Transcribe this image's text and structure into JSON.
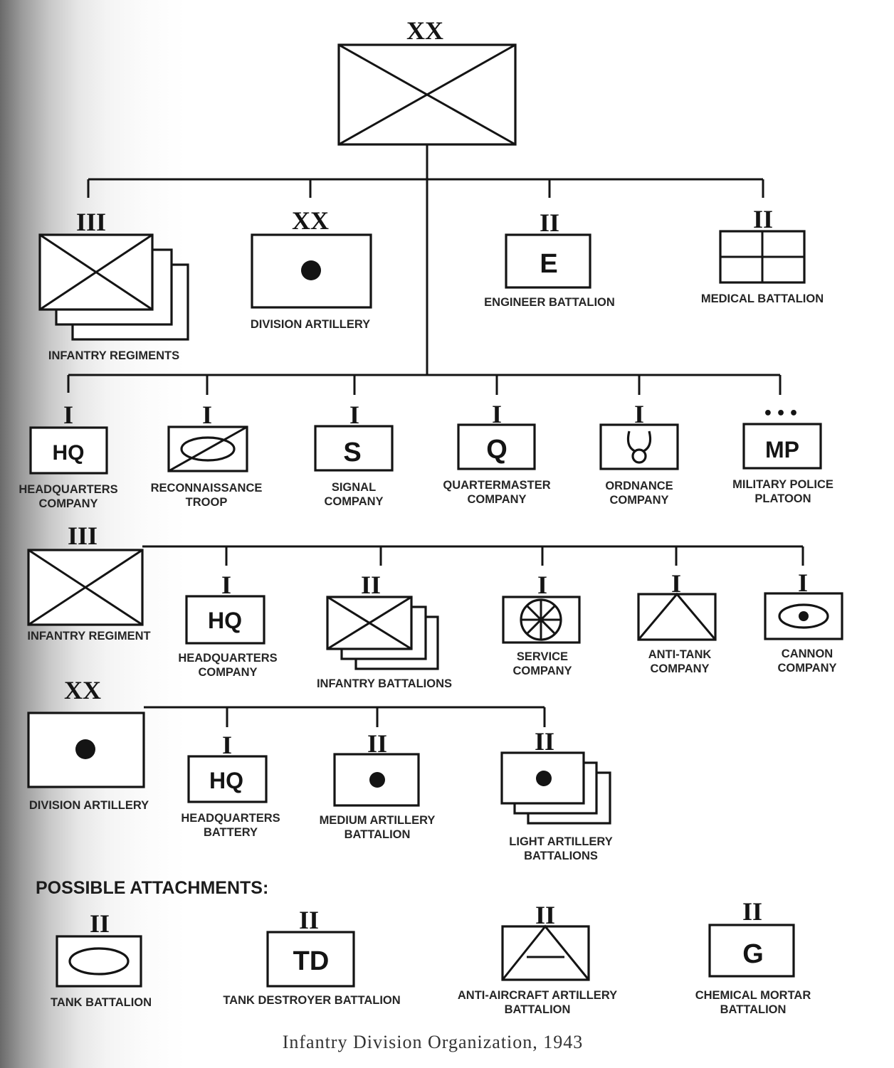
{
  "echelons": {
    "division": "XX",
    "regiment": "III",
    "battalion": "II",
    "company": "I",
    "platoon": "•••"
  },
  "symbol_letters": {
    "engineer": "E",
    "headquarters": "HQ",
    "signal": "S",
    "quartermaster": "Q",
    "military_police": "MP",
    "tank_destroyer": "TD",
    "chemical_mortar": "G"
  },
  "division_level": {
    "infantry_regiments": "INFANTRY REGIMENTS",
    "division_artillery": "DIVISION ARTILLERY",
    "engineer_battalion": "ENGINEER BATTALION",
    "medical_battalion": "MEDICAL BATTALION"
  },
  "division_troops": {
    "headquarters_company": [
      "HEADQUARTERS",
      "COMPANY"
    ],
    "reconnaissance_troop": [
      "RECONNAISSANCE",
      "TROOP"
    ],
    "signal_company": [
      "SIGNAL",
      "COMPANY"
    ],
    "quartermaster_company": [
      "QUARTERMASTER",
      "COMPANY"
    ],
    "ordnance_company": [
      "ORDNANCE",
      "COMPANY"
    ],
    "military_police_platoon": [
      "MILITARY POLICE",
      "PLATOON"
    ]
  },
  "regiment_level": {
    "infantry_regiment": "INFANTRY REGIMENT",
    "headquarters_company": [
      "HEADQUARTERS",
      "COMPANY"
    ],
    "infantry_battalions": "INFANTRY BATTALIONS",
    "service_company": [
      "SERVICE",
      "COMPANY"
    ],
    "anti_tank_company": [
      "ANTI-TANK",
      "COMPANY"
    ],
    "cannon_company": [
      "CANNON",
      "COMPANY"
    ]
  },
  "artillery_level": {
    "division_artillery": "DIVISION ARTILLERY",
    "headquarters_battery": [
      "HEADQUARTERS",
      "BATTERY"
    ],
    "medium_artillery_battalion": [
      "MEDIUM ARTILLERY",
      "BATTALION"
    ],
    "light_artillery_battalions": [
      "LIGHT ARTILLERY",
      "BATTALIONS"
    ]
  },
  "attachments": {
    "heading": "POSSIBLE ATTACHMENTS:",
    "tank_battalion": "TANK BATTALION",
    "tank_destroyer_battalion": "TANK DESTROYER BATTALION",
    "anti_aircraft_artillery_battalion": [
      "ANTI-AIRCRAFT ARTILLERY",
      "BATTALION"
    ],
    "chemical_mortar_battalion": [
      "CHEMICAL MORTAR",
      "BATTALION"
    ]
  },
  "caption": "Infantry Division Organization, 1943"
}
